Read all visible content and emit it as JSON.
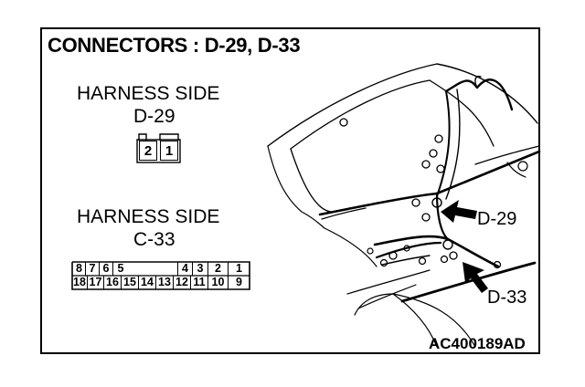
{
  "title": "CONNECTORS : D-29, D-33",
  "connector_a": {
    "side_label": "HARNESS SIDE",
    "name": "D-29",
    "pins": [
      "2",
      "1"
    ]
  },
  "connector_b": {
    "side_label": "HARNESS SIDE",
    "name": "C-33",
    "top_row": [
      "8",
      "7",
      "6",
      "5",
      "",
      "",
      "4",
      "3",
      "2",
      "1"
    ],
    "bottom_row": [
      "18",
      "17",
      "16",
      "15",
      "14",
      "13",
      "12",
      "11",
      "10",
      "9"
    ]
  },
  "callouts": {
    "d29": "D-29",
    "d33": "D-33"
  },
  "diagram_id": "AC400189AD"
}
